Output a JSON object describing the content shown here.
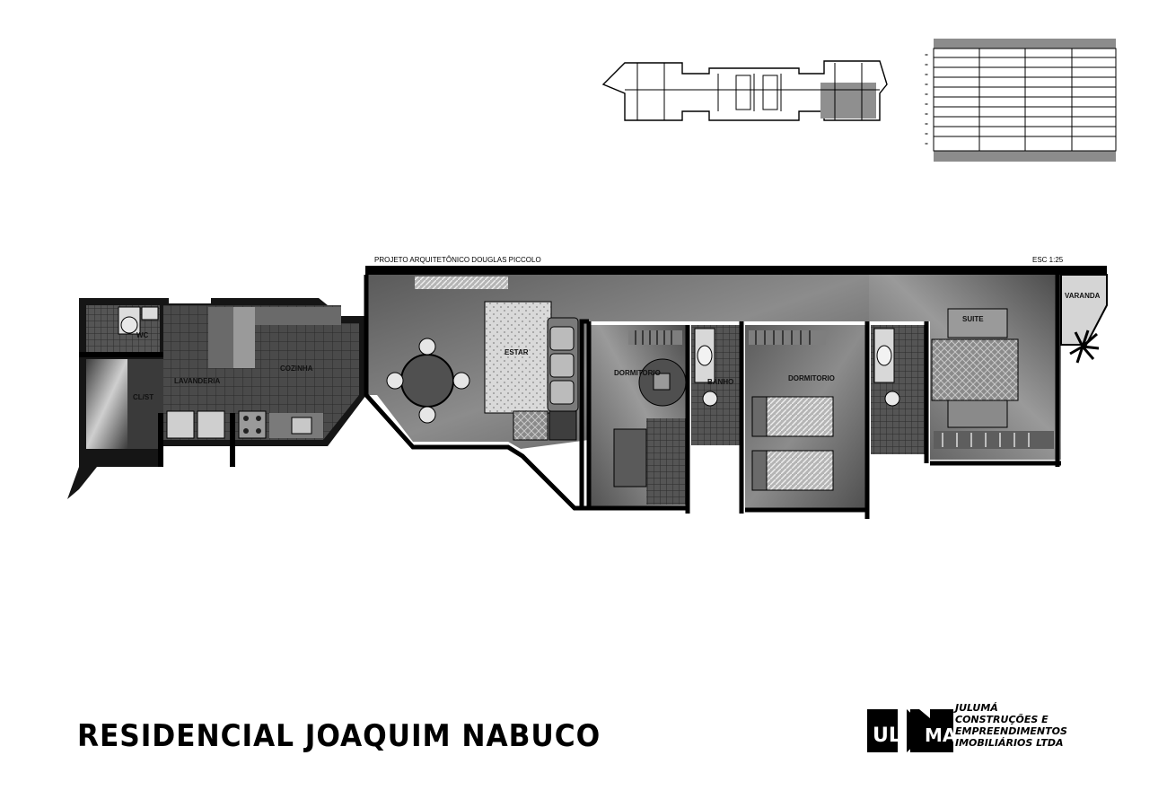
{
  "header": {
    "credit": "PROJETO ARQUITETÔNICO   DOUGLAS PICCOLO",
    "scale": "ESC 1:25"
  },
  "rooms": {
    "wc": "WC",
    "lavanderia": "LAVANDERIA",
    "cozinha": "COZINHA",
    "closet": "CL/ST",
    "estar": "ESTAR",
    "dormitorio1": "DORMITORIO",
    "banho": "BANHO",
    "dormitorio2": "DORMITORIO",
    "suite": "SUITE",
    "varanda": "VARANDA"
  },
  "title": "RESIDENCIAL JOAQUIM NABUCO",
  "company": {
    "logo_text_left": "UL",
    "logo_text_right": "MA",
    "line1": "JULUMÁ",
    "line2": "CONSTRUÇÕES E",
    "line3": "EMPREENDIMENTOS",
    "line4": "IMOBILIÁRIOS LTDA"
  }
}
